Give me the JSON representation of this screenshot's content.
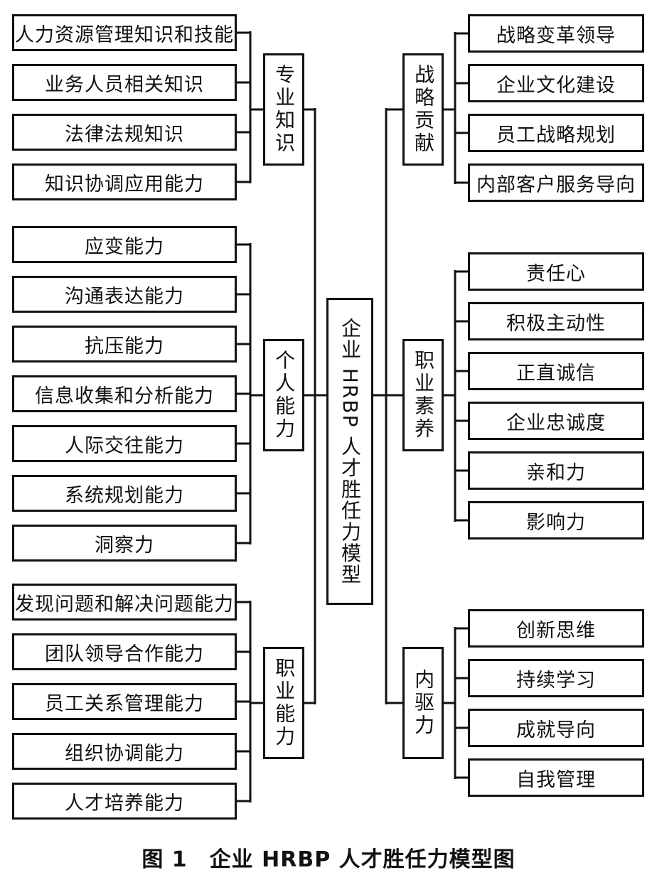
{
  "center": "企业 HRBP 人才胜任力模型",
  "left": [
    {
      "label": "专业知识",
      "items": [
        "人力资源管理知识和技能",
        "业务人员相关知识",
        "法律法规知识",
        "知识协调应用能力"
      ]
    },
    {
      "label": "个人能力",
      "items": [
        "应变能力",
        "沟通表达能力",
        "抗压能力",
        "信息收集和分析能力",
        "人际交往能力",
        "系统规划能力",
        "洞察力"
      ]
    },
    {
      "label": "职业能力",
      "items": [
        "发现问题和解决问题能力",
        "团队领导合作能力",
        "员工关系管理能力",
        "组织协调能力",
        "人才培养能力"
      ]
    }
  ],
  "right": [
    {
      "label": "战略贡献",
      "items": [
        "战略变革领导",
        "企业文化建设",
        "员工战略规划",
        "内部客户服务导向"
      ]
    },
    {
      "label": "职业素养",
      "items": [
        "责任心",
        "积极主动性",
        "正直诚信",
        "企业忠诚度",
        "亲和力",
        "影响力"
      ]
    },
    {
      "label": "内驱力",
      "items": [
        "创新思维",
        "持续学习",
        "成就导向",
        "自我管理"
      ]
    }
  ],
  "caption": "图 1　企业 HRBP 人才胜任力模型图"
}
